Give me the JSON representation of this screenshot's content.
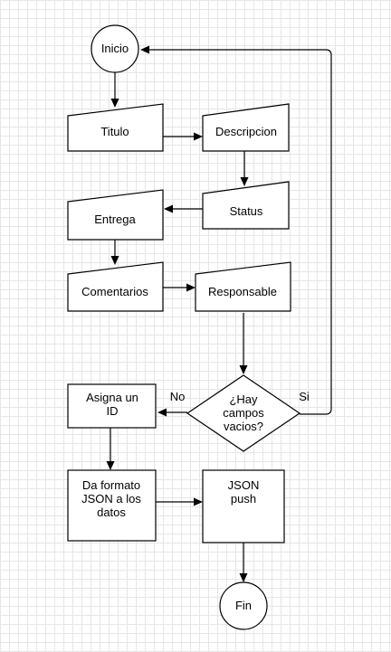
{
  "diagram": {
    "nodes": {
      "inicio": "Inicio",
      "titulo": "Titulo",
      "descripcion": "Descripcion",
      "status": "Status",
      "entrega": "Entrega",
      "comentarios": "Comentarios",
      "responsable": "Responsable",
      "decision": [
        "¿Hay",
        "campos",
        "vacios?"
      ],
      "asigna": [
        "Asigna un",
        "ID"
      ],
      "formato": [
        "Da formato",
        "JSON a los",
        "datos"
      ],
      "json_push": [
        "JSON",
        "push"
      ],
      "fin": "Fin"
    },
    "edge_labels": {
      "no": "No",
      "si": "Si"
    }
  }
}
